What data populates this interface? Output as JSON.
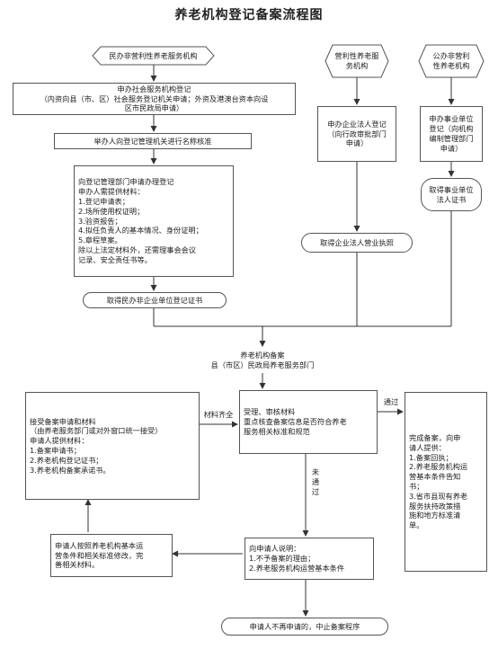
{
  "title": "养老机构登记备案流程图",
  "nodes": {
    "private_nonprofit": "民办非营利性养老服务机构",
    "nonprofit_apply": "申办社会服务机构登记\n（内资向县（市、区）社会服务登记机关申请；外资及港澳台资本向设\n区市民政局申请）",
    "name_check": "举办人向登记管理机关进行名称核准",
    "materials": "向登记管理部门申请办理登记\n申办人需提供材料：\n1.登记申请表；\n2.场所使用权证明；\n3.验资报告；\n4.拟任负责人的基本情况、身份证明；\n5.章程草案。\n除以上法定材料外，还需理事会会议\n记录、安全责任书等。",
    "private_cert": "取得民办非企业单位登记证书",
    "for_profit": "营利性养老服\n务机构",
    "enterprise_apply": "申办企业法人登记\n（向行政审批部门\n申请）",
    "business_license": "取得企业法人营业执照",
    "public_nonprofit": "公办非营利\n性养老机构",
    "public_apply": "申办事业单位\n登记（向机构\n编制管理部门\n申请）",
    "public_cert": "取得事业单位\n法人证书",
    "filing_dept": "养老机构备案\n县（市区）民政局养老服务部门",
    "receive": "接受备案申请和材料\n（由养老服务部门或对外窗口统一接受）\n申请人提供材料：\n1.备案申请书；\n2.养老机构登记证书；\n3.养老机构备案承诺书。",
    "review": "受理、审核材料\n重点核查备案信息是否符合养老\n服务相关标准和规范",
    "complete": "完成备案，向申\n请人提供：\n1.备案回执；\n2.养老服务机构运\n营基本条件告知\n书；\n3.省市县现有养老\n服务扶持政策措\n施和地方标准清\n单。",
    "explain": "向申请人说明：\n1.不予备案的理由；\n2.养老服务机构运营基本条件",
    "revise": "申请人按照养老机构基本运\n营条件和相关标准修改，完\n善相关材料。",
    "terminate": "申请人不再申请的，中止备案程序"
  },
  "edge_labels": {
    "materials_complete": "材料齐全",
    "passed": "通过",
    "not_passed": "未\n通\n过"
  }
}
